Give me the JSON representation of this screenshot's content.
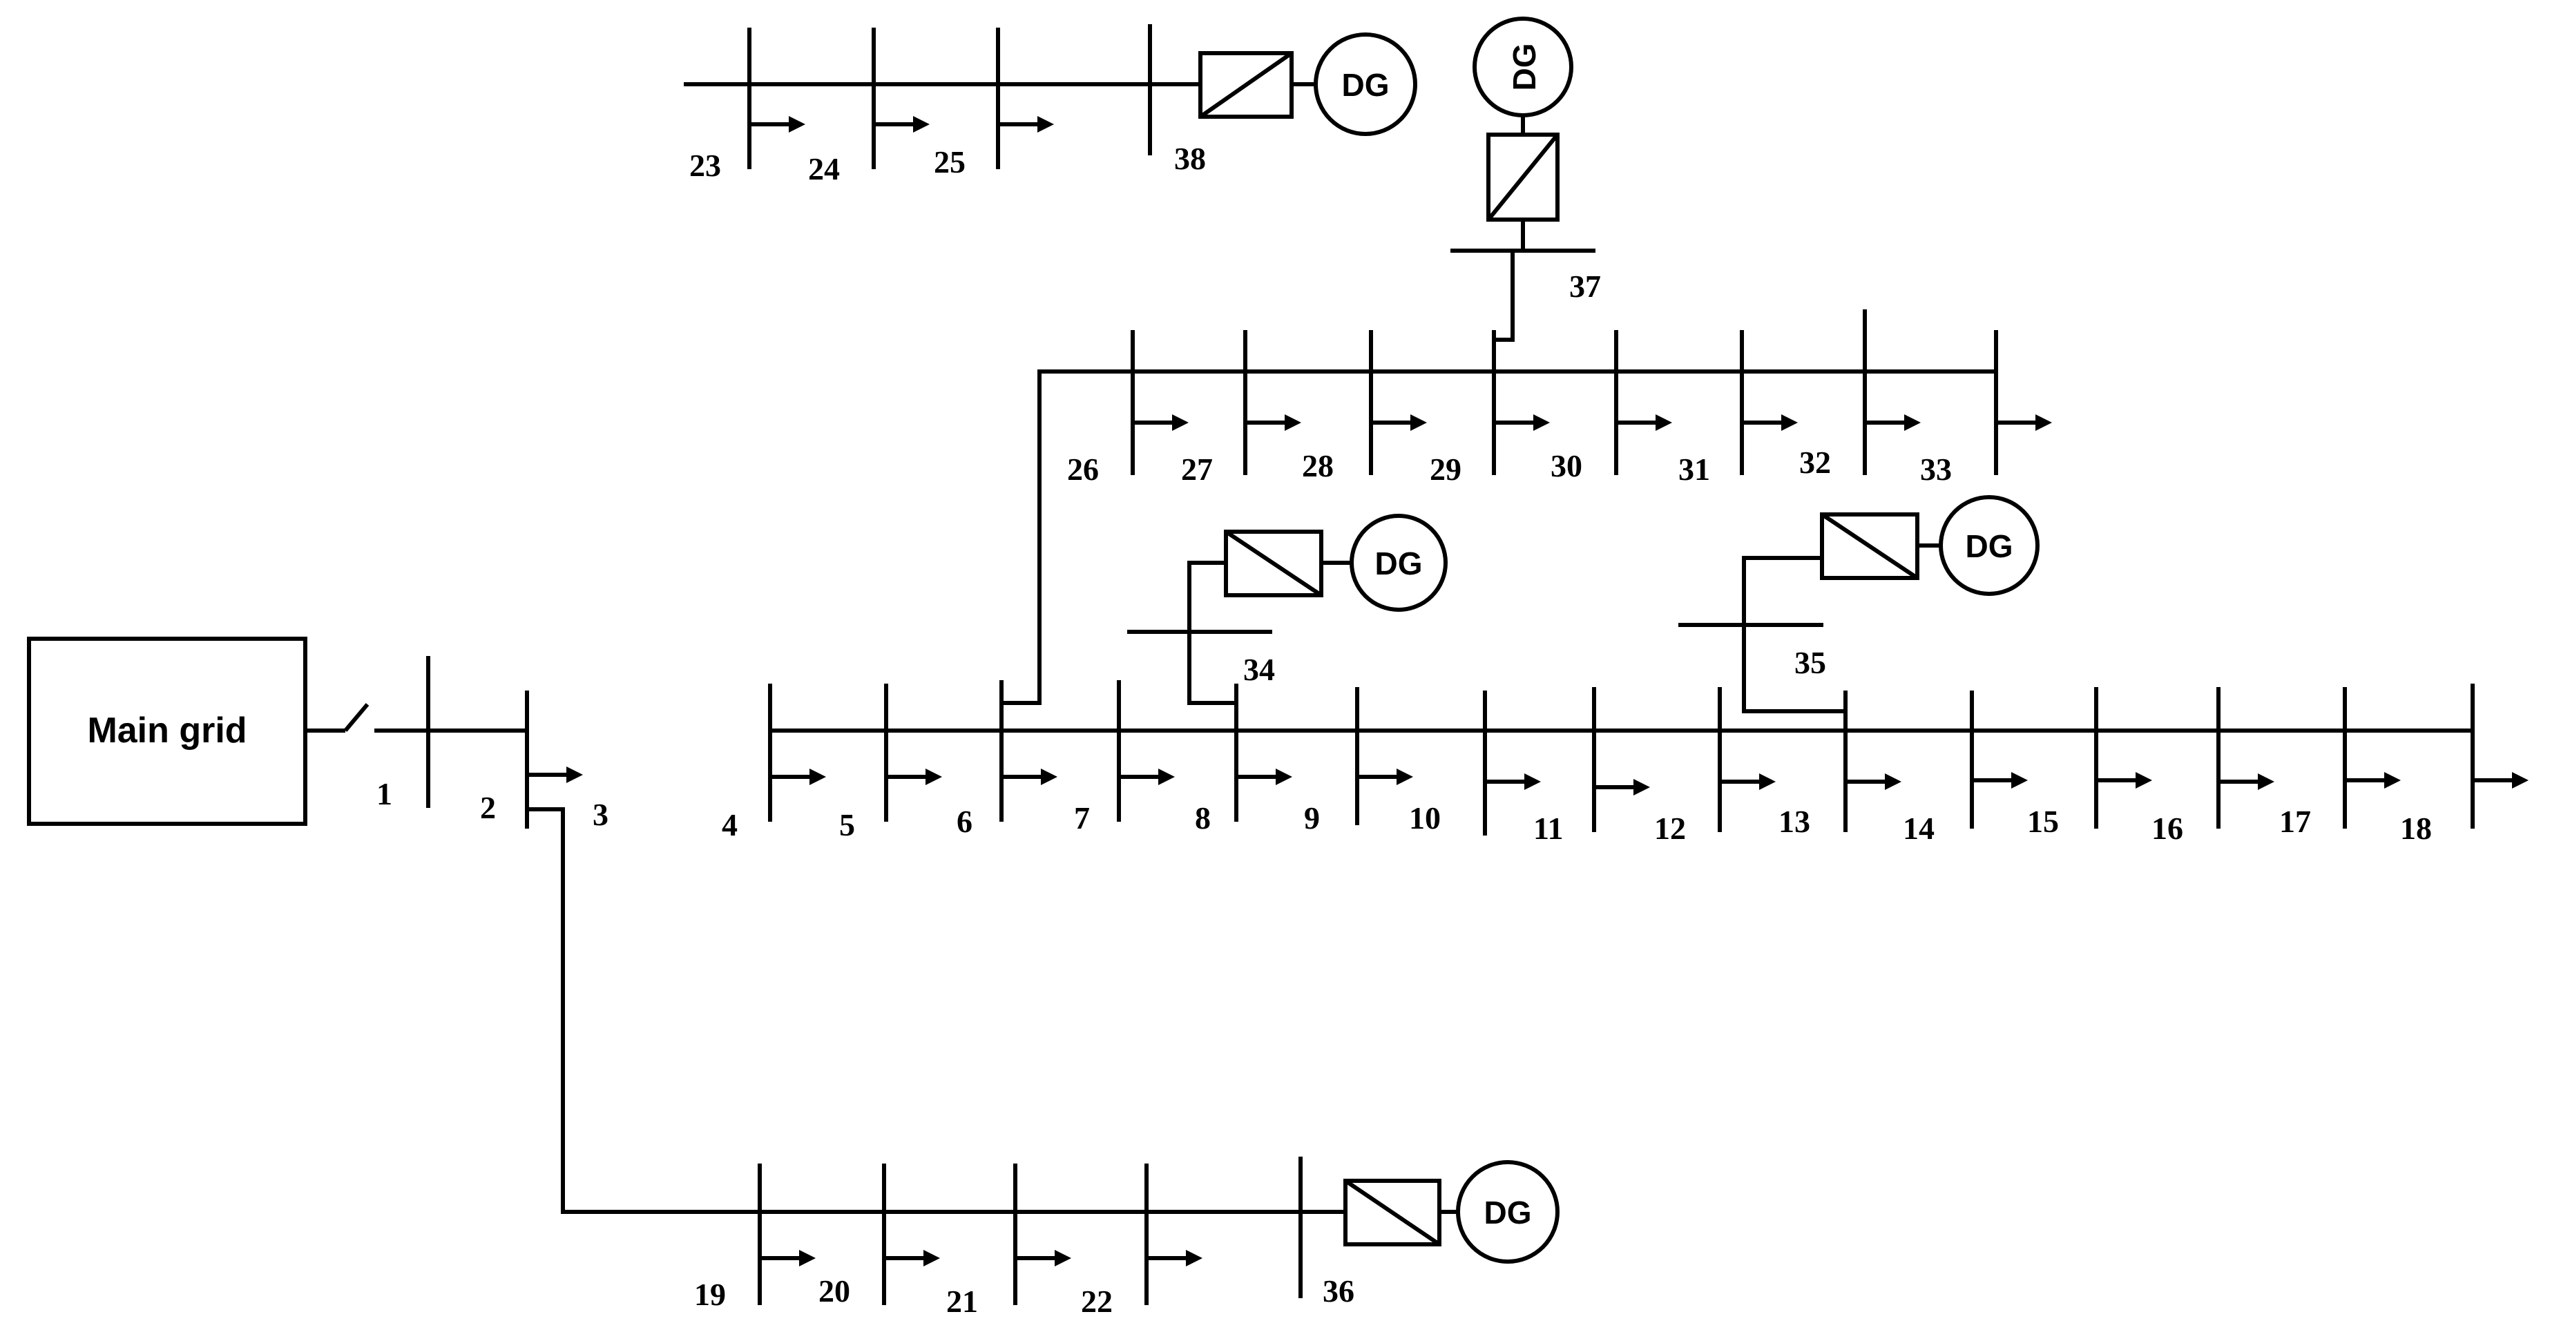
{
  "main_grid": {
    "label": "Main grid"
  },
  "dg_label": "DG",
  "buses": [
    "1",
    "2",
    "3",
    "4",
    "5",
    "6",
    "7",
    "8",
    "9",
    "10",
    "11",
    "12",
    "13",
    "14",
    "15",
    "16",
    "17",
    "18",
    "19",
    "20",
    "21",
    "22",
    "23",
    "24",
    "25",
    "26",
    "27",
    "28",
    "29",
    "30",
    "31",
    "32",
    "33",
    "34",
    "35",
    "36",
    "37",
    "38"
  ],
  "colors": {
    "line": "#000000",
    "background": "#ffffff"
  },
  "icons": {
    "load": "arrow-right-icon",
    "converter": "converter-box-icon",
    "generator": "dg-circle-icon",
    "switch": "switch-icon"
  }
}
